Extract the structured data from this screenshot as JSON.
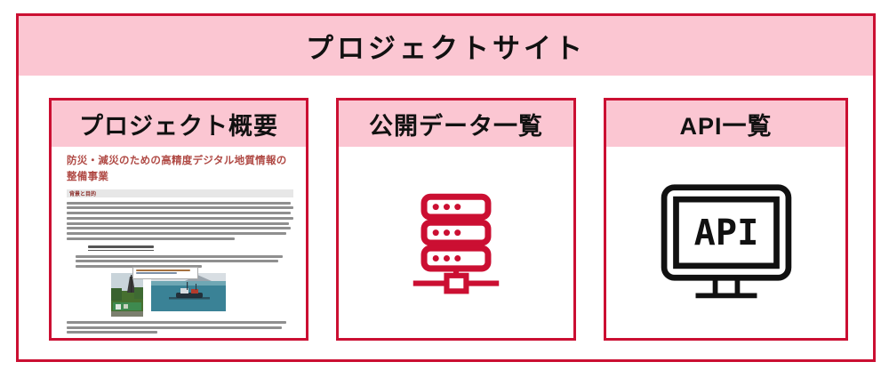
{
  "page": {
    "title": "プロジェクトサイト"
  },
  "theme": {
    "accent_red": "#cb0f32",
    "header_pink": "#fbc6d2",
    "doc_title_red": "#b04a45",
    "icon_black": "#111111"
  },
  "cards": [
    {
      "title": "プロジェクト概要",
      "document": {
        "title": "防災・減災のための高精度デジタル地質情報の整備事業",
        "section_heading": "背景と目的"
      }
    },
    {
      "title": "公開データ一覧",
      "icon": "server-icon"
    },
    {
      "title": "API一覧",
      "icon": "monitor-icon",
      "icon_label": "API"
    }
  ]
}
